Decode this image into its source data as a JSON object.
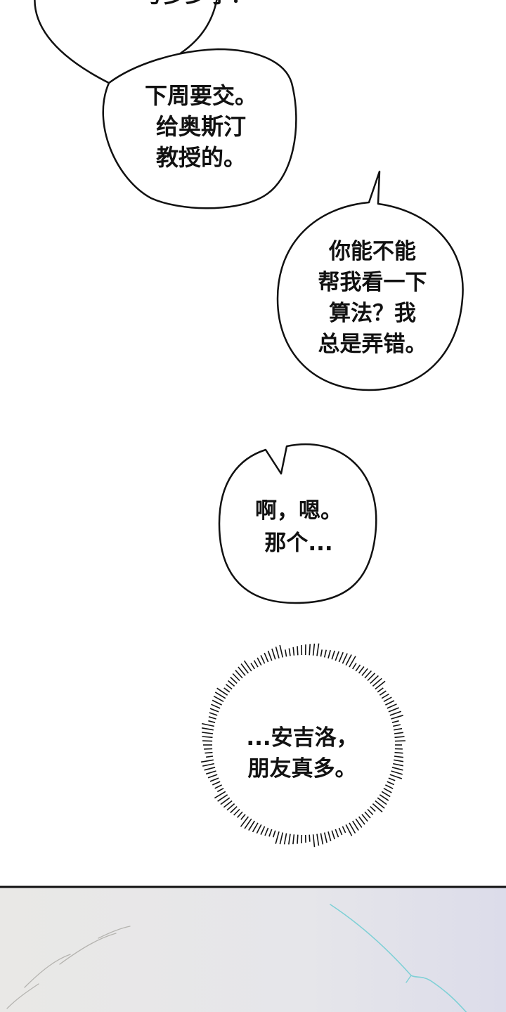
{
  "panel": {
    "bubbles": [
      {
        "lines": [
          "写多少了？"
        ]
      },
      {
        "lines": [
          "下周要交。",
          "给奥斯汀",
          "教授的。"
        ]
      },
      {
        "lines": [
          "你能不能",
          "帮我看一下",
          "算法？我",
          "总是弄错。"
        ]
      },
      {
        "lines": [
          "啊，嗯。",
          "那个..."
        ]
      },
      {
        "lines": [
          "...安吉洛，",
          "朋友真多。"
        ]
      }
    ]
  },
  "colors": {
    "ink": "#111111",
    "background": "#ffffff",
    "lower_panel": "#e7e6e8",
    "highlight": "#7fd0d6"
  }
}
